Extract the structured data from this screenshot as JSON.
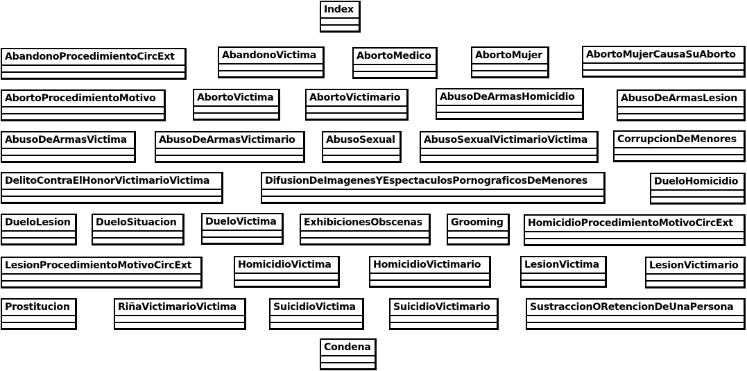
{
  "classes": [
    "Index",
    "AbandonoProcedimientoCircExt",
    "AbandonoVictima",
    "AbortoMedico",
    "AbortoMujer",
    "AbortoMujerCausaSuAborto",
    "AbortoProcedimientoMotivo",
    "AbortoVictima",
    "AbortoVictimario",
    "AbusoDeArmasHomicidio",
    "AbusoDeArmasLesion",
    "AbusoDeArmasVictima",
    "AbusoDeArmasVictimario",
    "AbusoSexual",
    "AbusoSexualVictimarioVictima",
    "CorrupcionDeMenores",
    "DelitoContraElHonorVictimarioVictima",
    "DifusionDeImagenesYEspectaculosPornograficosDeMenores",
    "DueloHomicidio",
    "DueloLesion",
    "DueloSituacion",
    "DueloVictima",
    "ExhibicionesObscenas",
    "Grooming",
    "HomicidioProcedimientoMotivoCircExt",
    "LesionProcedimientoMotivoCircExt",
    "HomicidioVictima",
    "HomicidioVictimario",
    "LesionVictima",
    "LesionVictimario",
    "Prostitucion",
    "RiñaVictimarioVictima",
    "SuicidioVictima",
    "SuicidioVictimario",
    "SustraccionORetencionDeUnaPersona",
    "Condena"
  ]
}
